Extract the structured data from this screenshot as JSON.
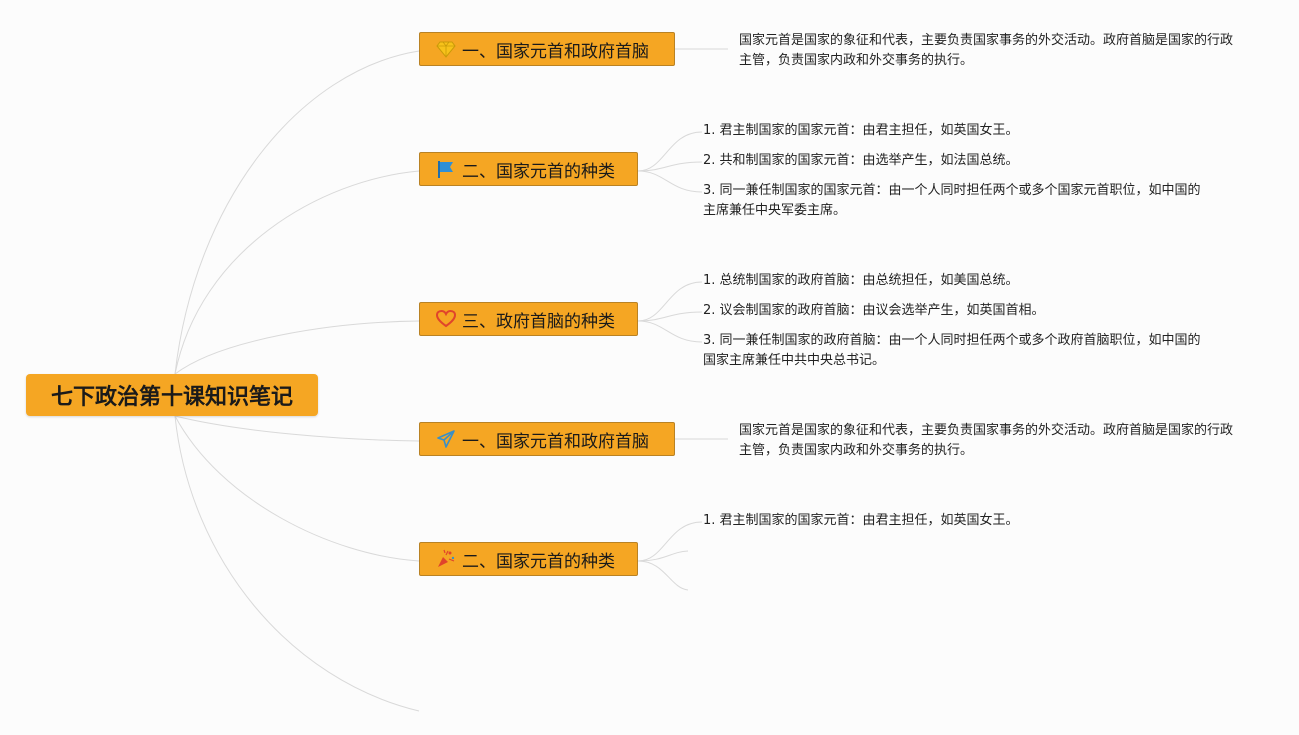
{
  "root": {
    "label": "七下政治第十课知识笔记"
  },
  "branches": [
    {
      "label": "一、国家元首和政府首脑",
      "icon": "diamond-icon",
      "notes": [
        "国家元首是国家的象征和代表，主要负责国家事务的外交活动。政府首脑是国家的行政主管，负责国家内政和外交事务的执行。"
      ]
    },
    {
      "label": "二、国家元首的种类",
      "icon": "flag-icon",
      "notes": [
        "1. 君主制国家的国家元首：由君主担任，如英国女王。",
        "2. 共和制国家的国家元首：由选举产生，如法国总统。",
        "3. 同一兼任制国家的国家元首：由一个人同时担任两个或多个国家元首职位，如中国的主席兼任中央军委主席。"
      ]
    },
    {
      "label": "三、政府首脑的种类",
      "icon": "heart-icon",
      "notes": [
        "1. 总统制国家的政府首脑：由总统担任，如美国总统。",
        "2. 议会制国家的政府首脑：由议会选举产生，如英国首相。",
        "3. 同一兼任制国家的政府首脑：由一个人同时担任两个或多个政府首脑职位，如中国的国家主席兼任中共中央总书记。"
      ]
    },
    {
      "label": "一、国家元首和政府首脑",
      "icon": "paper-plane-icon",
      "notes": [
        "国家元首是国家的象征和代表，主要负责国家事务的外交活动。政府首脑是国家的行政主管，负责国家内政和外交事务的执行。"
      ]
    },
    {
      "label": "二、国家元首的种类",
      "icon": "party-popper-icon",
      "notes": [
        "1. 君主制国家的国家元首：由君主担任，如英国女王。"
      ]
    }
  ],
  "colors": {
    "node_fill": "#f5a623",
    "node_border": "#b98224",
    "line": "#d9d9d9",
    "diamond": "#f7c21a",
    "flag": "#2f8fd6",
    "heart": "#e0442b",
    "paper_plane": "#3a8fc7",
    "party_popper": "#e0442b"
  }
}
